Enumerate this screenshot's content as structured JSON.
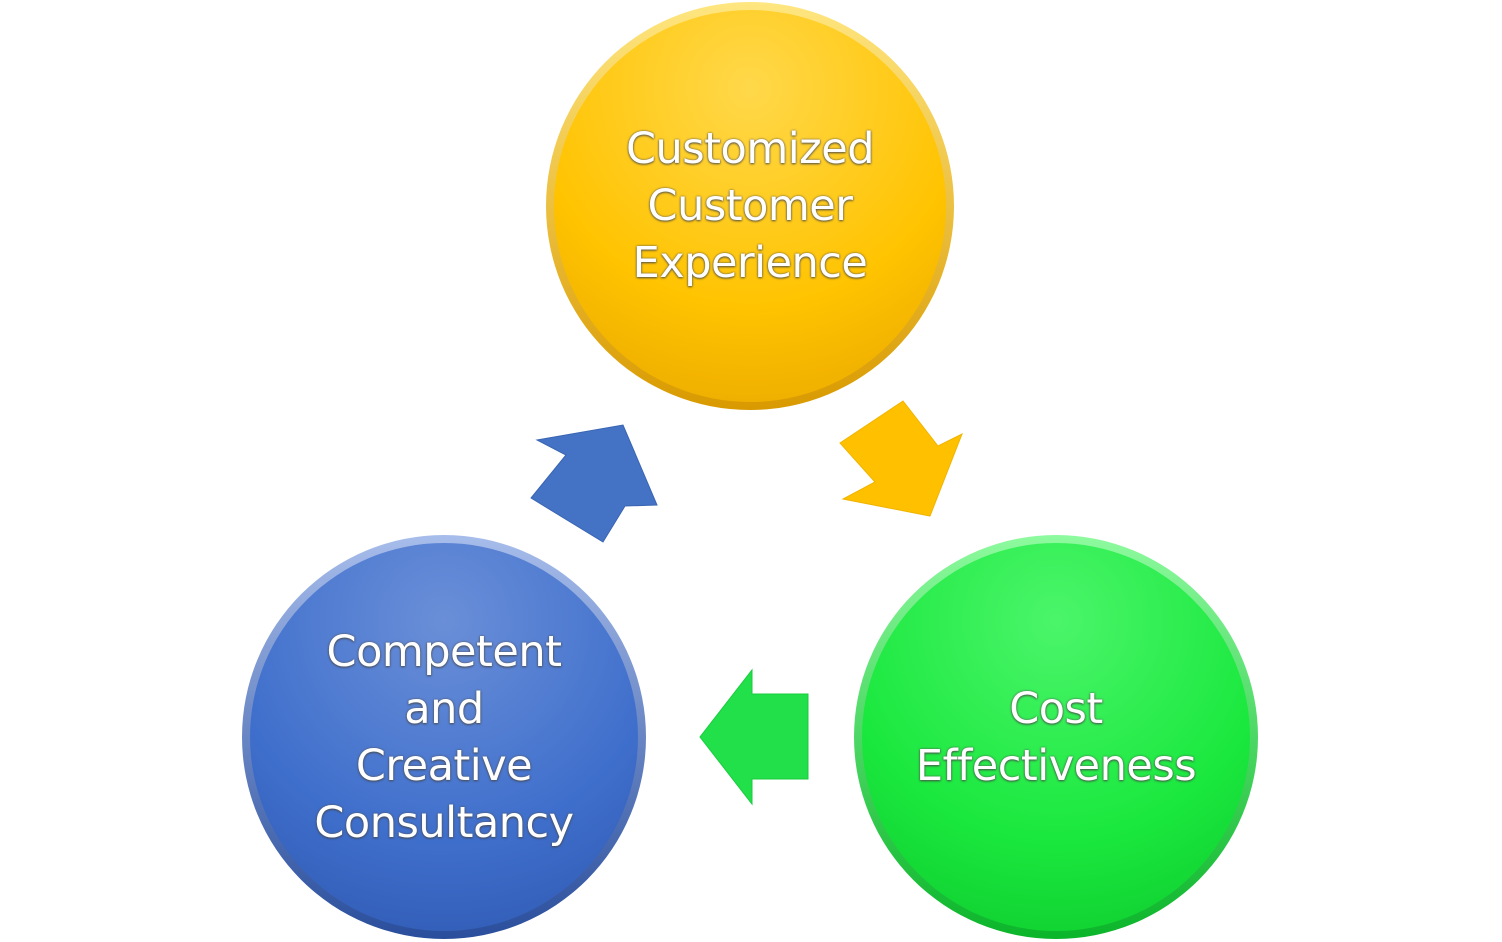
{
  "diagram": {
    "nodes": [
      {
        "id": "top",
        "label": "Customized\nCustomer\nExperience",
        "color": "#FFC000"
      },
      {
        "id": "right",
        "label": "Cost\nEffectiveness",
        "color": "#1EEB3C"
      },
      {
        "id": "left",
        "label": "Competent\nand\nCreative\nConsultancy",
        "color": "#4472C4"
      }
    ],
    "arrows": [
      {
        "from": "top",
        "to": "right",
        "color": "#FFC000"
      },
      {
        "from": "right",
        "to": "left",
        "color": "#22E04A"
      },
      {
        "from": "left",
        "to": "top",
        "color": "#4472C4"
      }
    ]
  }
}
